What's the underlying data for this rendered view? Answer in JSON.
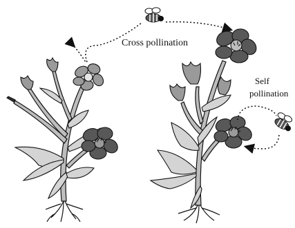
{
  "labels": {
    "cross": "Cross pollination",
    "self_line1": "Self",
    "self_line2": "pollination"
  },
  "colors": {
    "ink": "#111111",
    "leaf_fill": "#d4d4d4",
    "petal_fill": "#9a9a9a",
    "dark_petal_fill": "#585858",
    "stem": "#bdbdbd",
    "background": "#ffffff"
  },
  "icons": {
    "bee": "bee-icon",
    "arrow_head": "arrowhead-icon"
  }
}
